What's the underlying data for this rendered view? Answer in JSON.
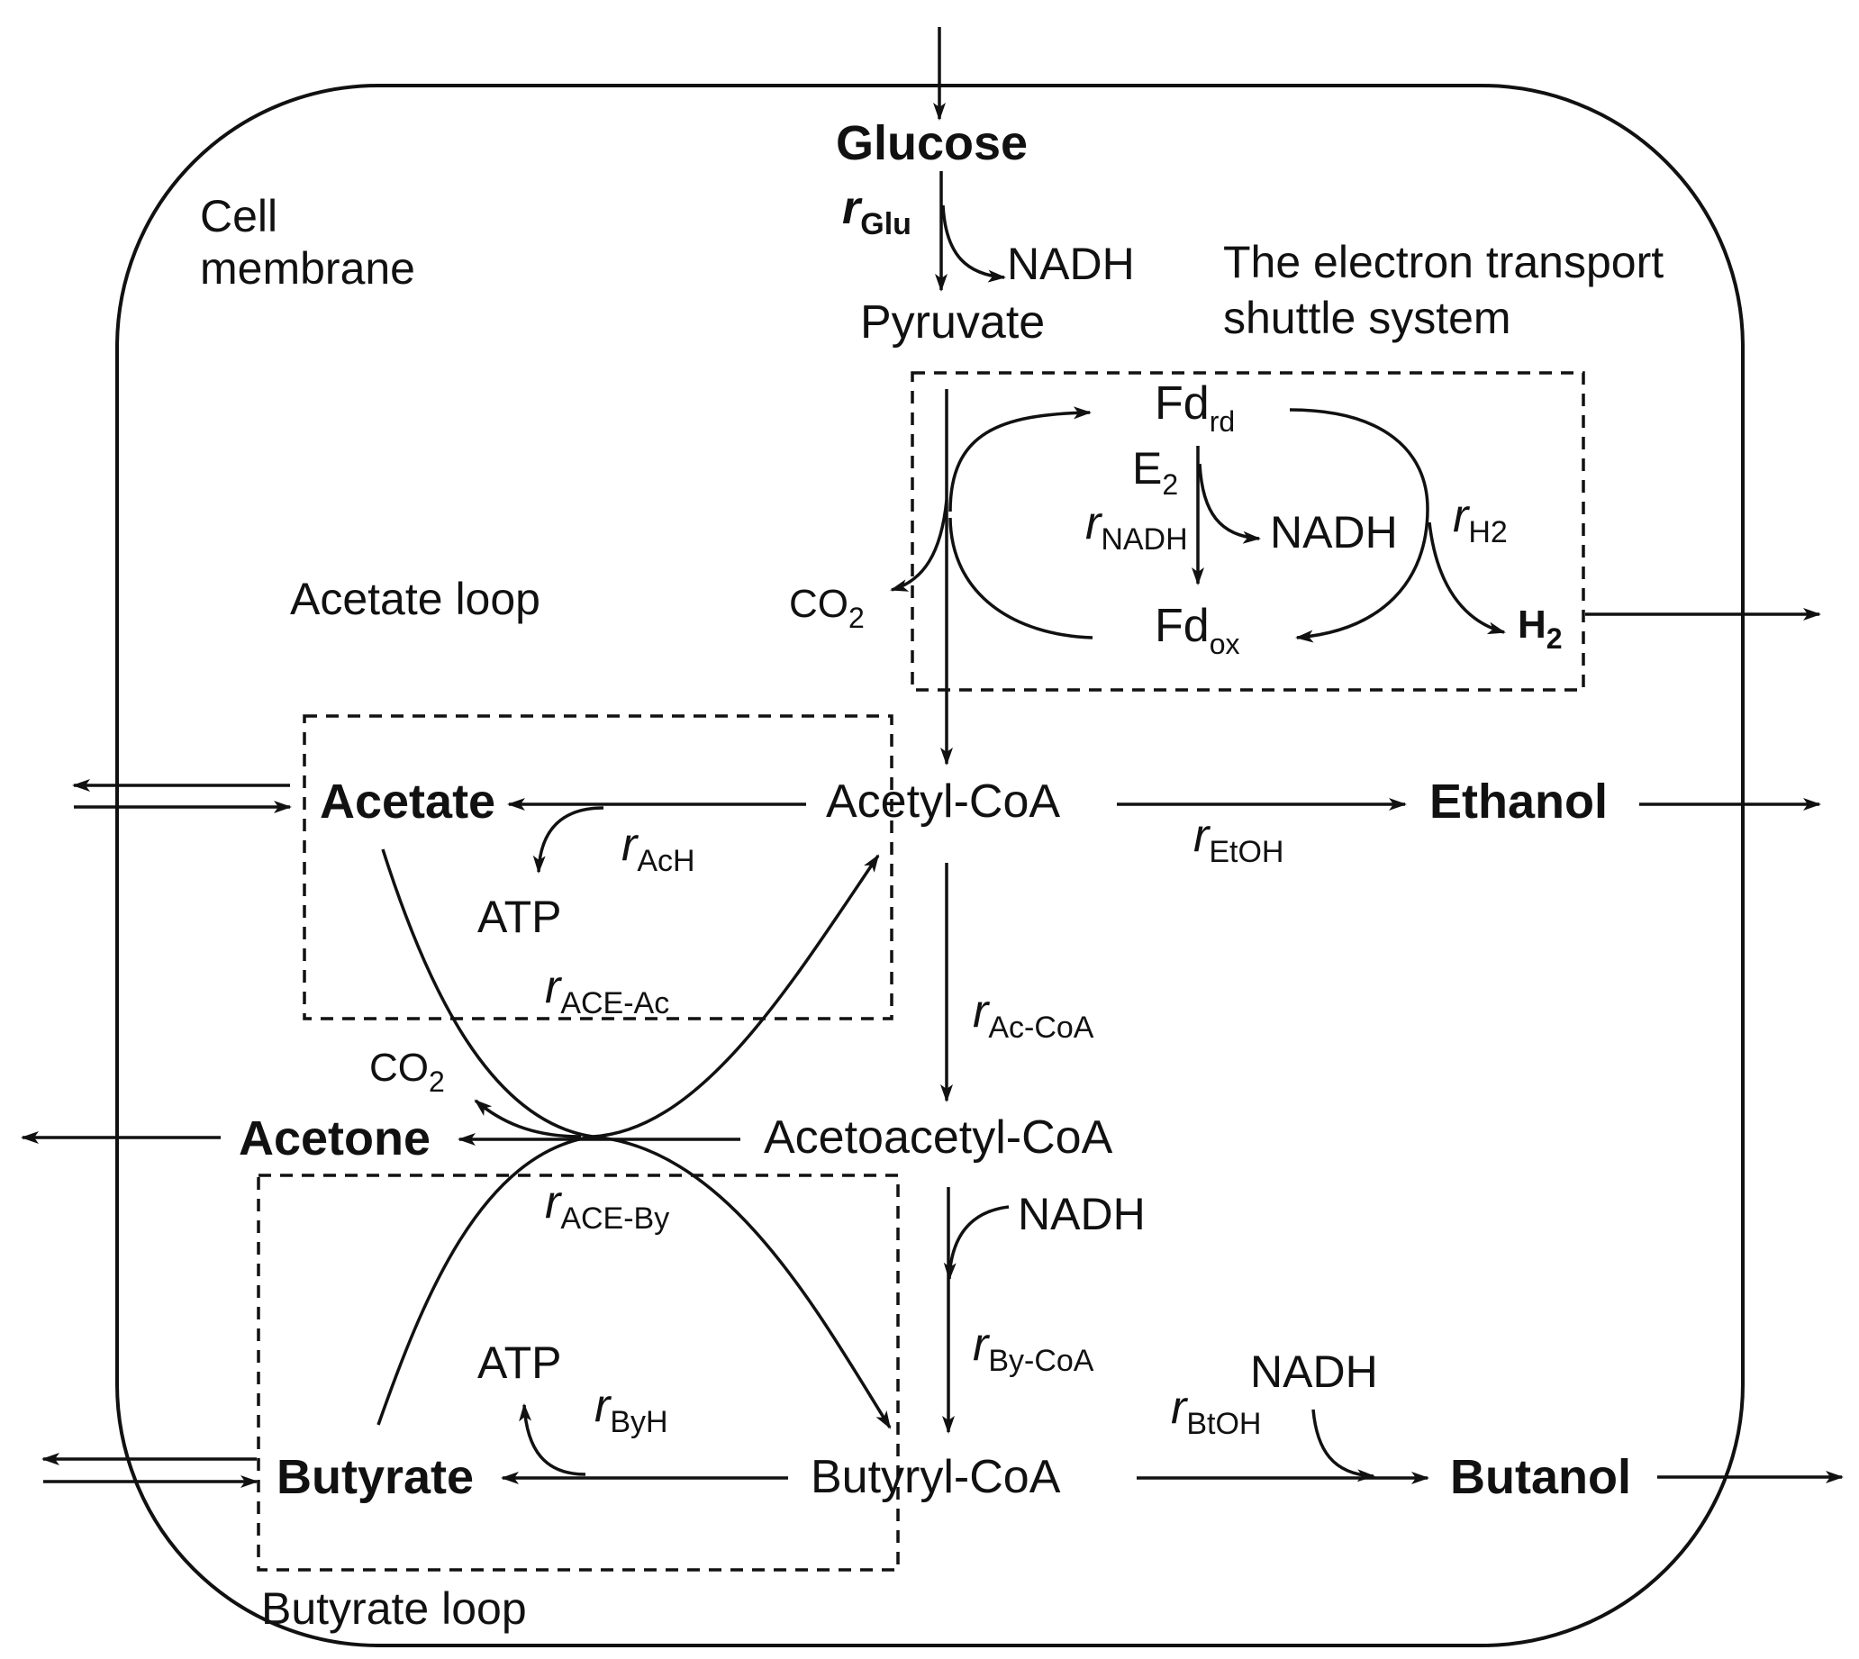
{
  "labels": {
    "cell_membrane_line1": "Cell",
    "cell_membrane_line2": "membrane",
    "shuttle_line1": "The electron transport",
    "shuttle_line2": "shuttle system",
    "acetate_loop": "Acetate loop",
    "butyrate_loop": "Butyrate loop"
  },
  "metabolites": {
    "glucose": "Glucose",
    "pyruvate": "Pyruvate",
    "nadh_top": "NADH",
    "fd": "Fd",
    "fd_rd_sub": "rd",
    "fd_ox_sub": "ox",
    "e": "E",
    "e_sub": "2",
    "nadh_shuttle": "NADH",
    "h": "H",
    "h_sub": "2",
    "co": "CO",
    "co_sub": "2",
    "acetyl_coa": "Acetyl-CoA",
    "acetate": "Acetate",
    "ethanol": "Ethanol",
    "atp_top": "ATP",
    "acetone": "Acetone",
    "acetoacetyl_coa": "Acetoacetyl-CoA",
    "nadh_mid": "NADH",
    "atp_bottom": "ATP",
    "nadh_bottom": "NADH",
    "butyrate": "Butyrate",
    "butyryl_coa": "Butyryl-CoA",
    "butanol": "Butanol"
  },
  "rates": {
    "r_symbol": "r",
    "glu": "Glu",
    "nadh": "NADH",
    "h2": "H2",
    "ach": "AcH",
    "etoh": "EtOH",
    "ace_ac": "ACE-Ac",
    "ac_coa": "Ac-CoA",
    "ace_by": "ACE-By",
    "by_coa": "By-CoA",
    "byh": "ByH",
    "btoh": "BtOH"
  }
}
